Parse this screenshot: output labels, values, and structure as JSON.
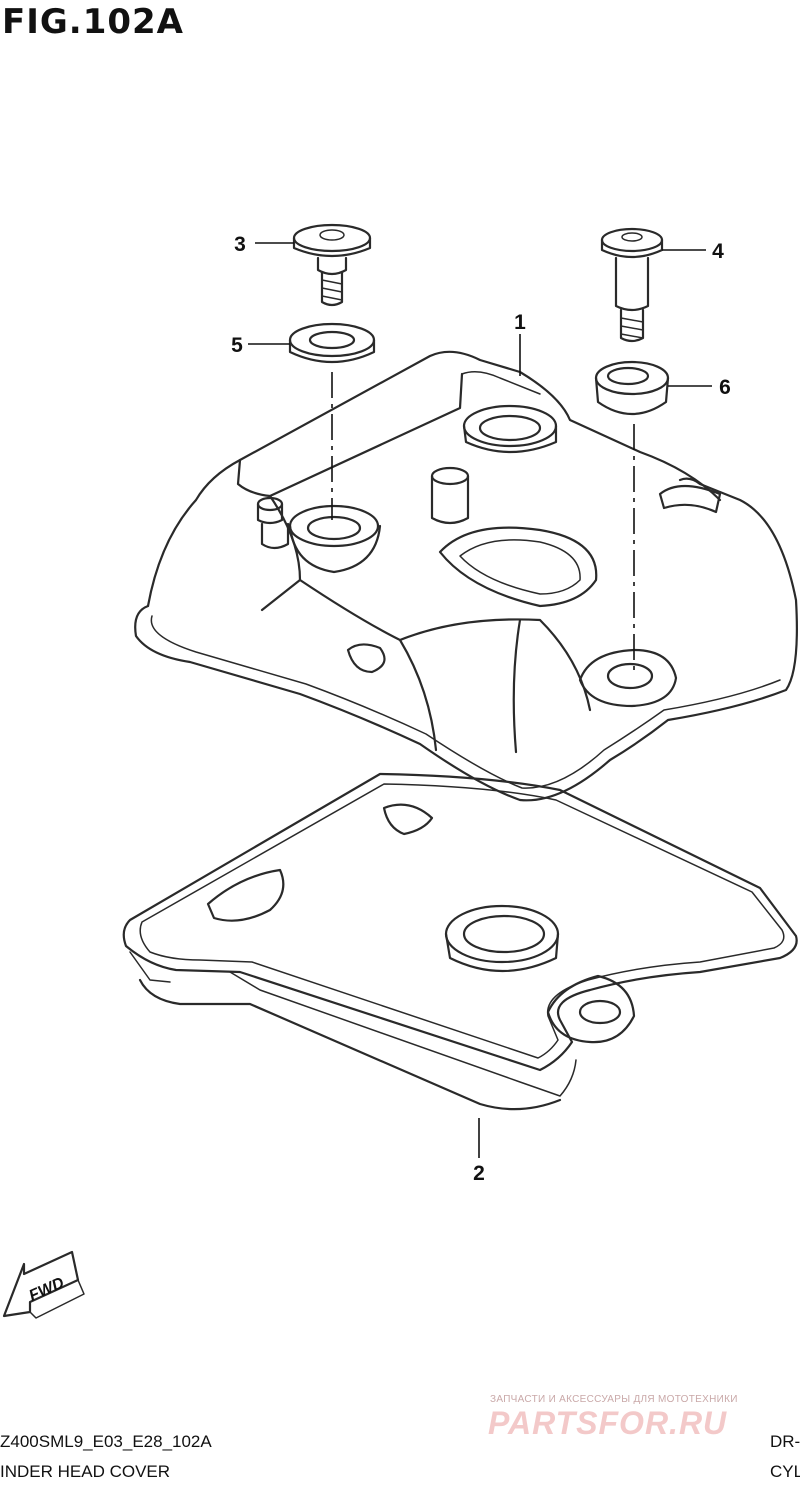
{
  "figure": {
    "title": "FIG.102A",
    "callouts": [
      "1",
      "2",
      "3",
      "4",
      "5",
      "6"
    ],
    "fwd_label": "FWD"
  },
  "footer": {
    "code": "Z400SML9_E03_E28_102A",
    "name": "INDER HEAD COVER",
    "right_code": "DR-",
    "right_name": "CYL"
  },
  "watermark": {
    "tagline": "ЗАПЧАСТИ И АКСЕССУАРЫ ДЛЯ МОТОТЕХНИКИ",
    "brand": "PARTSFOR.RU"
  }
}
